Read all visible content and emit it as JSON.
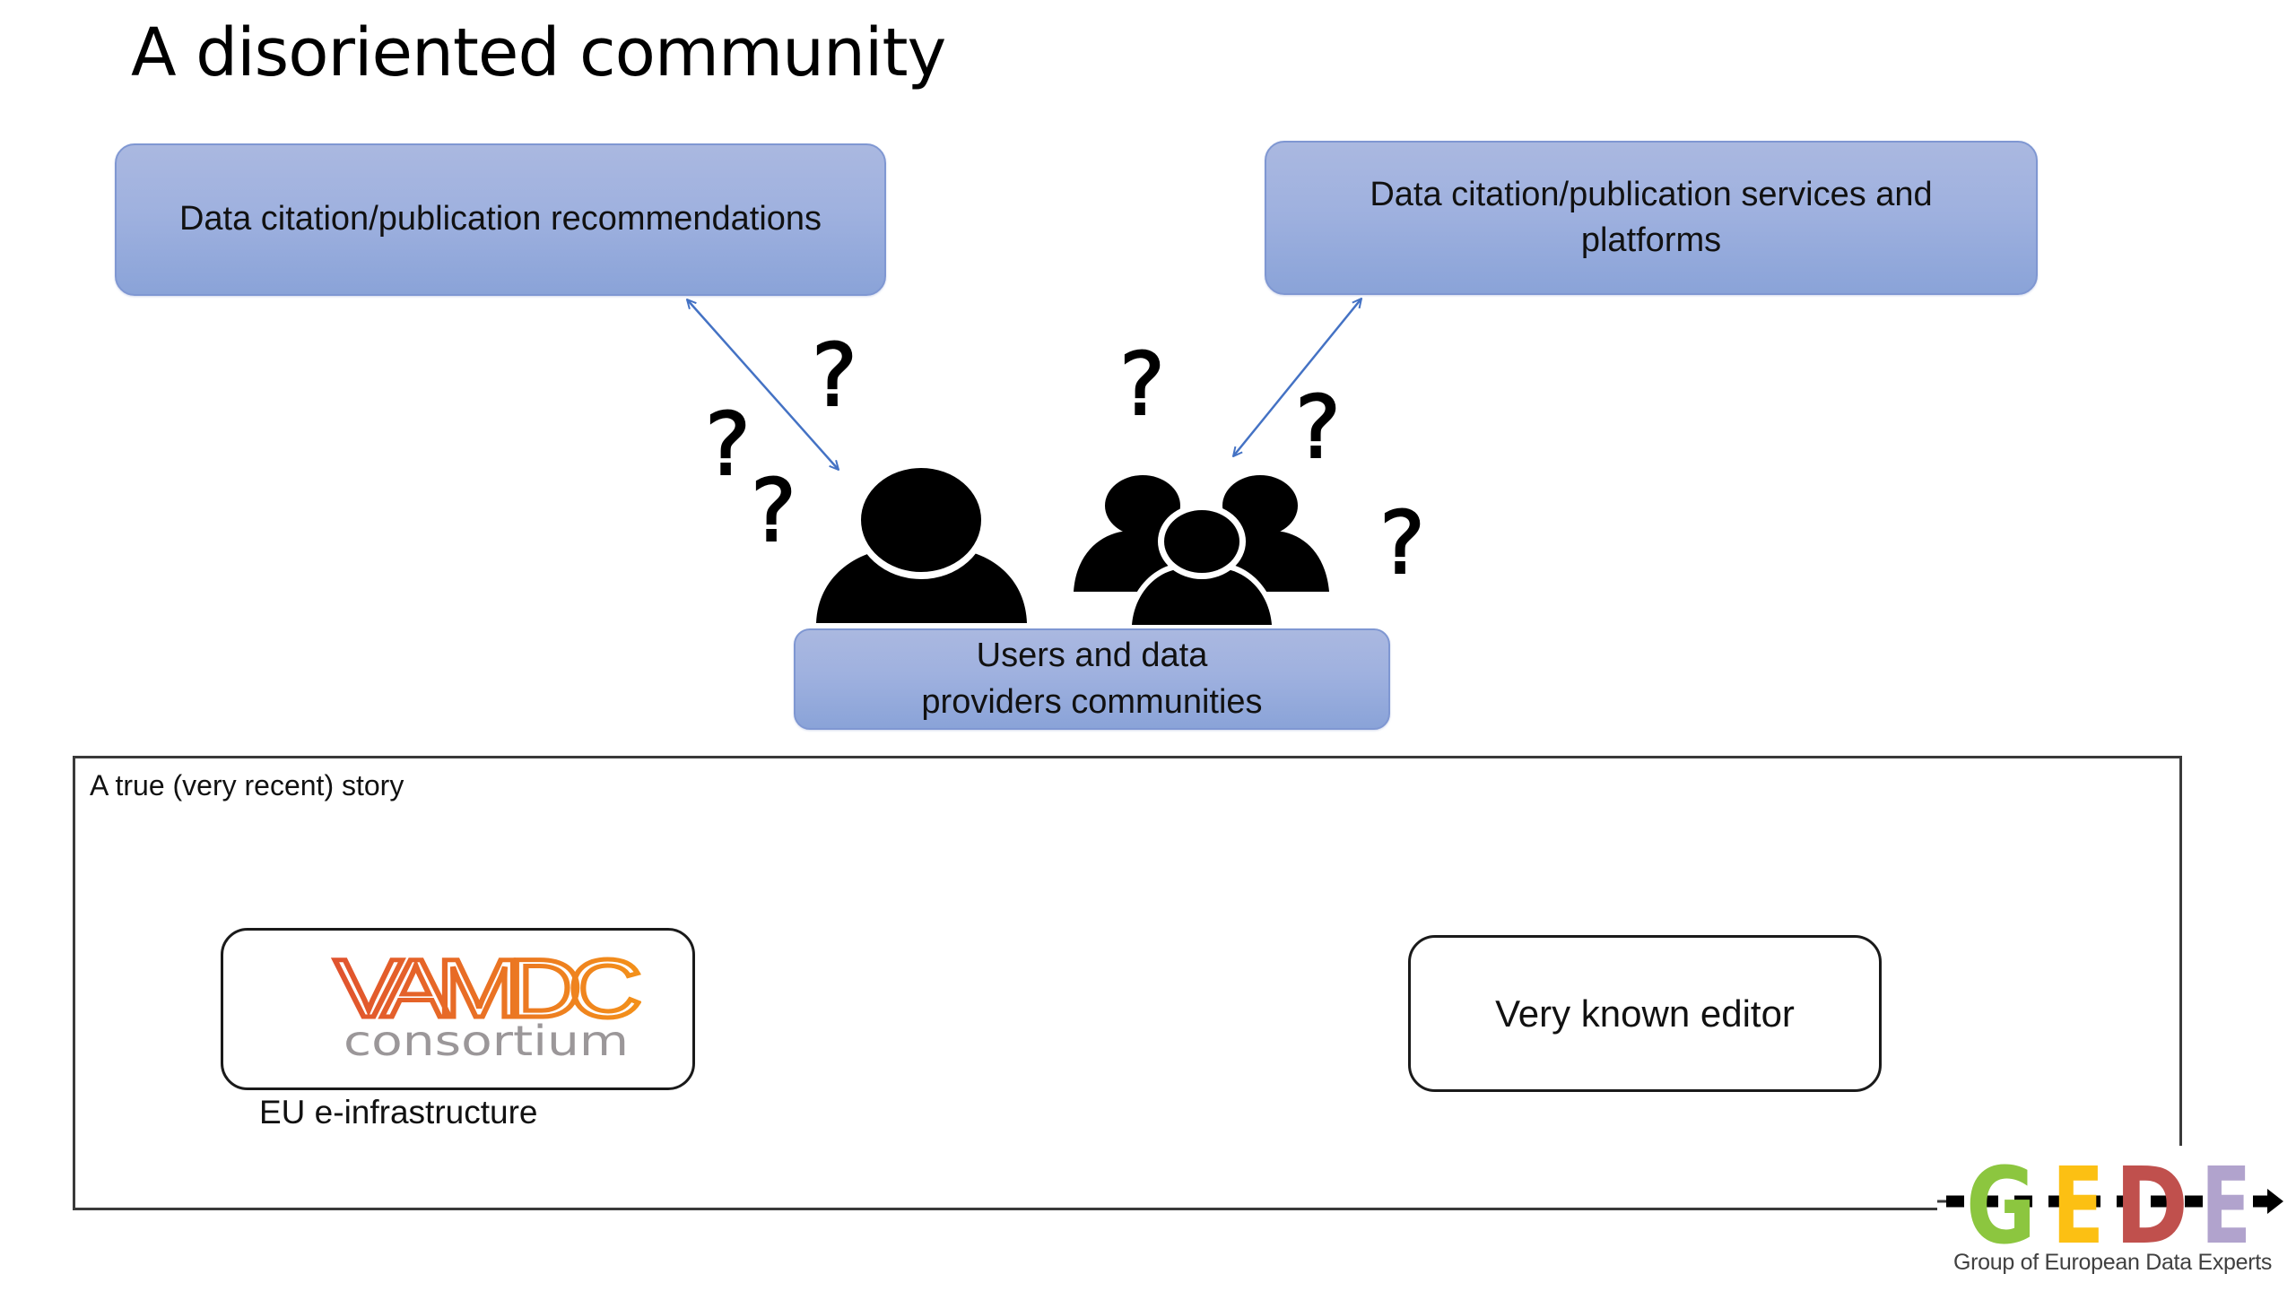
{
  "slide": {
    "title": "A disoriented community"
  },
  "diagram": {
    "recommendations_box": "Data citation/publication recommendations",
    "services_box": "Data citation/publication services and platforms",
    "users_box": "Users and data providers communities",
    "question_mark": "?",
    "colors": {
      "box_fill_top": "#aab8e0",
      "box_fill_bottom": "#8aa3d8",
      "box_border": "#7f97d2",
      "arrow": "#4472c4"
    }
  },
  "story": {
    "label": "A true (very recent) story",
    "left_party": {
      "logo_main": "VAMDC",
      "logo_sub": "consortium",
      "caption": "EU e-infrastructure",
      "colors": {
        "main_start": "#e0532e",
        "main_end": "#f3901a",
        "sub": "#9b9799",
        "molecule": "#a19c9e"
      }
    },
    "right_party": {
      "label": "Very known editor"
    }
  },
  "footer_logo": {
    "letters": [
      "G",
      "E",
      "D",
      "E"
    ],
    "letter_colors": [
      "#8cc63f",
      "#fcc013",
      "#c0504d",
      "#b1a3cd"
    ],
    "subtitle": "Group of European Data Experts"
  }
}
